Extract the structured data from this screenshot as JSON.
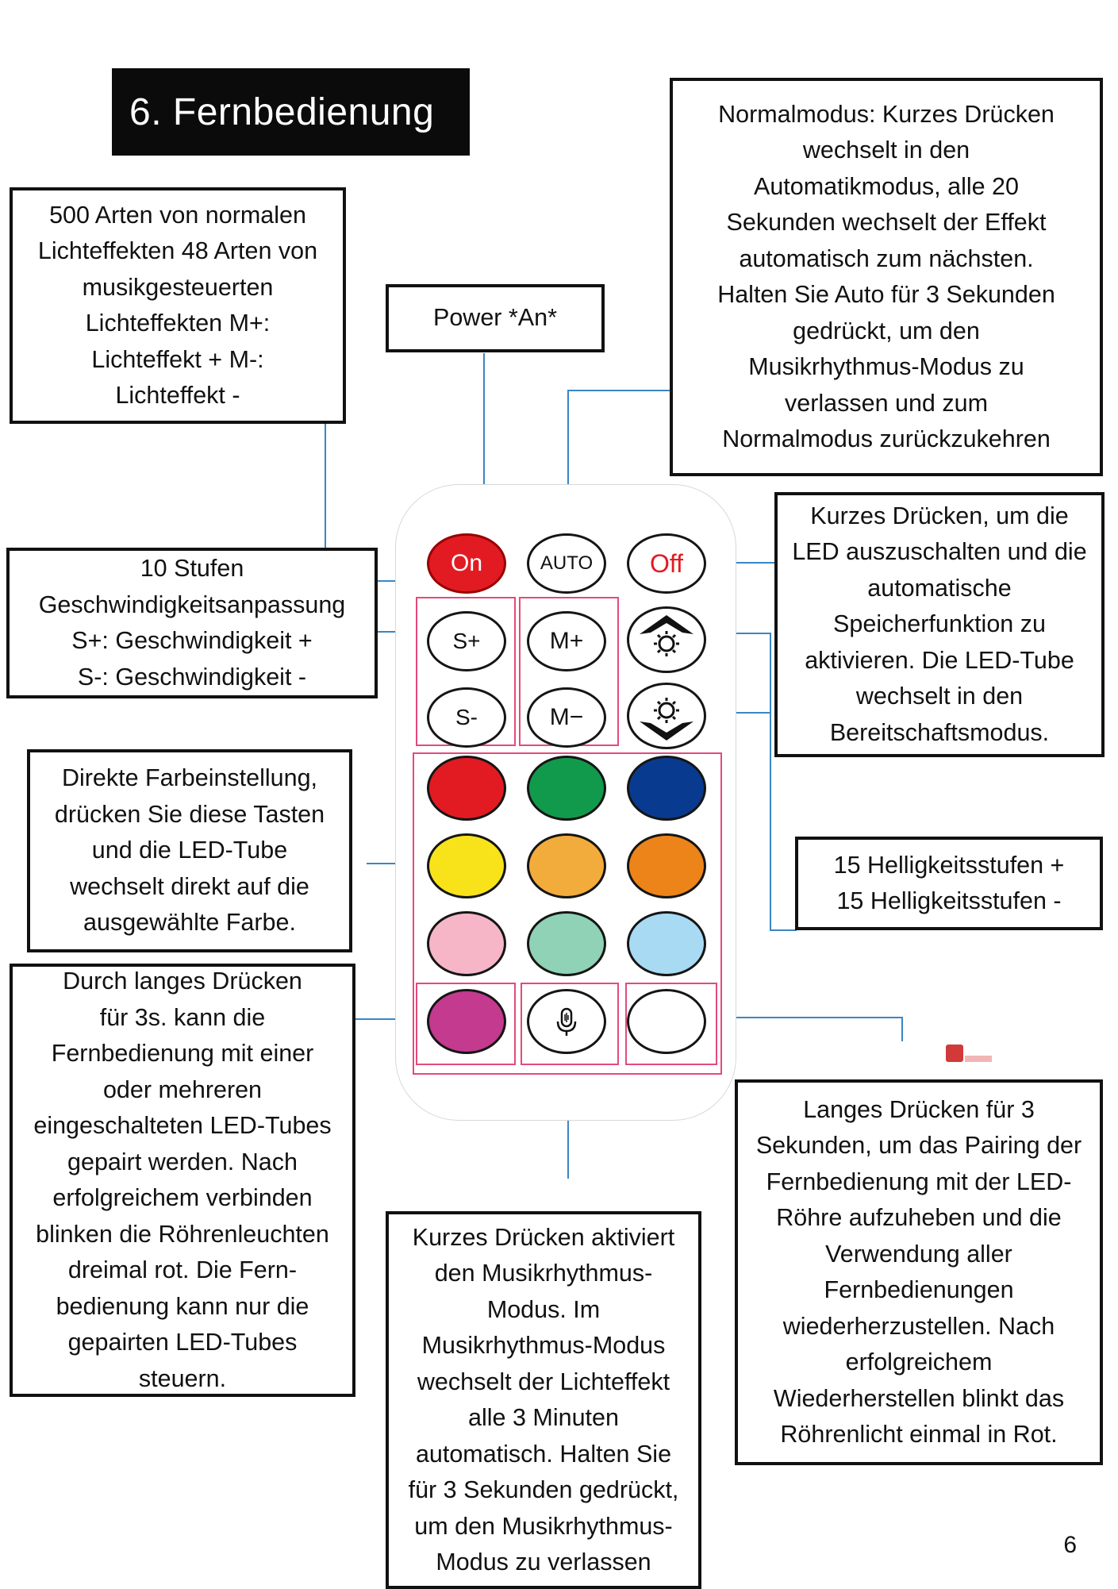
{
  "title": "6. Fernbedienung",
  "page_number": "6",
  "annotations": {
    "effects": [
      "500 Arten von normalen",
      "Lichteffekten 48 Arten von",
      "musikgesteuerten",
      "Lichteffekten M+:",
      "Lichteffekt + M-:",
      "Lichteffekt -"
    ],
    "power": [
      "Power *An*"
    ],
    "auto": [
      "Normalmodus: Kurzes Drücken",
      "wechselt in den",
      "Automatikmodus, alle 20",
      "Sekunden wechselt der Effekt",
      "automatisch zum nächsten.",
      "Halten Sie Auto für 3 Sekunden",
      "gedrückt, um den",
      "Musikrhythmus-Modus zu",
      "verlassen und zum",
      "Normalmodus zurückzukehren"
    ],
    "speed": [
      "10 Stufen",
      "Geschwindigkeitsanpassung",
      "S+: Geschwindigkeit +",
      "S-: Geschwindigkeit -"
    ],
    "off": [
      "Kurzes Drücken, um die",
      "LED auszuschalten und die",
      "automatische",
      "Speicherfunktion zu",
      "aktivieren. Die LED-Tube",
      "wechselt in den",
      "Bereitschaftsmodus."
    ],
    "color": [
      "Direkte Farbeinstellung,",
      "drücken Sie diese Tasten",
      "und die LED-Tube",
      "wechselt direkt auf die",
      "ausgewählte Farbe."
    ],
    "brightness": [
      "15 Helligkeitsstufen +",
      "15 Helligkeitsstufen -"
    ],
    "pair": [
      "Durch langes Drücken",
      "für 3s. kann die",
      "Fernbedienung mit einer",
      "oder mehreren",
      "eingeschalteten LED-Tubes",
      "gepairt werden. Nach",
      "erfolgreichem verbinden",
      "blinken die Röhrenleuchten",
      "dreimal rot. Die Fern-",
      "bedienung kann nur die",
      "gepairten LED-Tubes",
      "steuern."
    ],
    "music": [
      "Kurzes Drücken aktiviert",
      "den Musikrhythmus-",
      "Modus. Im",
      "Musikrhythmus-Modus",
      "wechselt der Lichteffekt",
      "alle 3 Minuten",
      "automatisch. Halten Sie",
      "für 3 Sekunden gedrückt,",
      "um den Musikrhythmus-",
      "Modus zu verlassen"
    ],
    "unpair": [
      "Langes Drücken für 3",
      "Sekunden, um das Pairing der",
      "Fernbedienung mit der LED-",
      "Röhre aufzuheben und die",
      "Verwendung aller",
      "Fernbedienungen",
      "wiederherzustellen. Nach",
      "erfolgreichem",
      "Wiederherstellen blinkt das",
      "Röhrenlicht einmal in Rot."
    ]
  },
  "remote": {
    "on_label": "On",
    "auto_label": "AUTO",
    "off_label": "Off",
    "s_plus_label": "S+",
    "s_minus_label": "S-",
    "m_plus_label": "M+",
    "m_minus_label": "M−",
    "colors": [
      "#e21b22",
      "#119a4c",
      "#083a8f",
      "#f8e31b",
      "#f2ac3b",
      "#ec8419",
      "#f6b6c8",
      "#8fd2b6",
      "#a8daf3"
    ],
    "pair_color": "#c33a8f",
    "on_color": "#e21b22"
  }
}
